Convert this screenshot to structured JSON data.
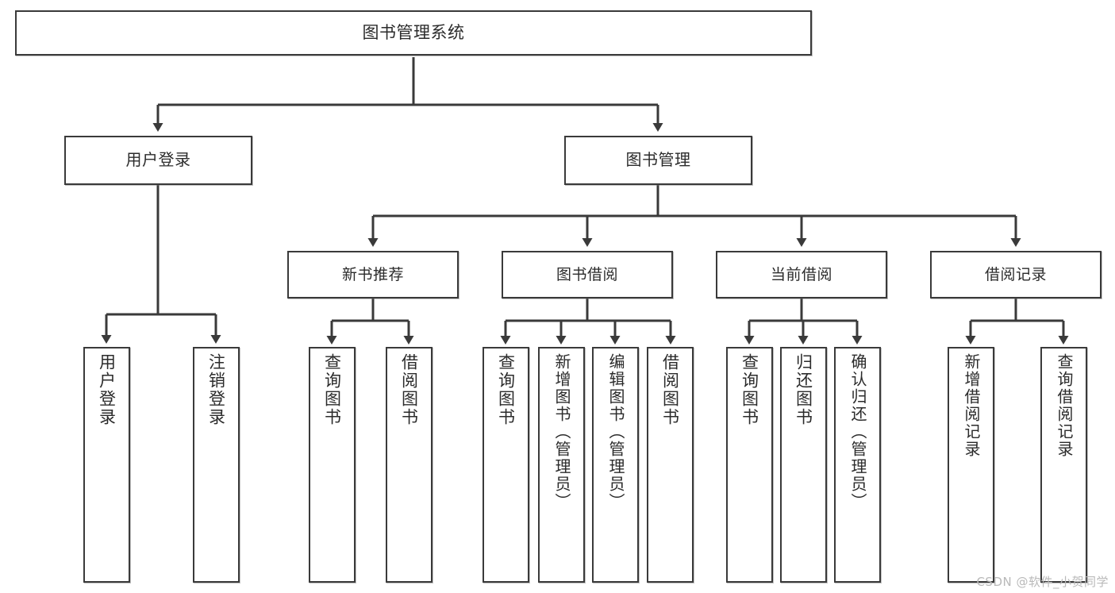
{
  "diagram": {
    "title": "图书管理系统",
    "type": "tree-hierarchy-diagram",
    "root": {
      "id": "root",
      "label": "图书管理系统"
    },
    "level1": [
      {
        "id": "user-login",
        "label": "用户登录"
      },
      {
        "id": "book-manage",
        "label": "图书管理"
      }
    ],
    "level2": [
      {
        "id": "new-book-rec",
        "label": "新书推荐"
      },
      {
        "id": "book-borrow",
        "label": "图书借阅"
      },
      {
        "id": "current-borrow",
        "label": "当前借阅"
      },
      {
        "id": "borrow-record",
        "label": "借阅记录"
      }
    ],
    "leaves": [
      {
        "id": "leaf-user-login",
        "label": "用户登录",
        "parent": "user-login"
      },
      {
        "id": "leaf-logout",
        "label": "注销登录",
        "parent": "user-login"
      },
      {
        "id": "leaf-query-book-1",
        "label": "查询图书",
        "parent": "new-book-rec"
      },
      {
        "id": "leaf-borrow-book-1",
        "label": "借阅图书",
        "parent": "new-book-rec"
      },
      {
        "id": "leaf-query-book-2",
        "label": "查询图书",
        "parent": "book-borrow"
      },
      {
        "id": "leaf-add-book",
        "label": "新增图书（管理员）",
        "parent": "book-borrow"
      },
      {
        "id": "leaf-edit-book",
        "label": "编辑图书（管理员）",
        "parent": "book-borrow"
      },
      {
        "id": "leaf-borrow-book-2",
        "label": "借阅图书",
        "parent": "book-borrow"
      },
      {
        "id": "leaf-query-book-3",
        "label": "查询图书",
        "parent": "current-borrow"
      },
      {
        "id": "leaf-return-book",
        "label": "归还图书",
        "parent": "current-borrow"
      },
      {
        "id": "leaf-confirm-return",
        "label": "确认归还（管理员）",
        "parent": "current-borrow"
      },
      {
        "id": "leaf-add-record",
        "label": "新增借阅记录",
        "parent": "borrow-record"
      },
      {
        "id": "leaf-query-record",
        "label": "查询借阅记录",
        "parent": "borrow-record"
      }
    ],
    "watermark": "CSDN @软件_小贺同学",
    "colors": {
      "stroke": "#3a3a3a",
      "fill": "#ffffff",
      "text": "#2b2b2b",
      "watermark": "#b9b9b9"
    }
  }
}
